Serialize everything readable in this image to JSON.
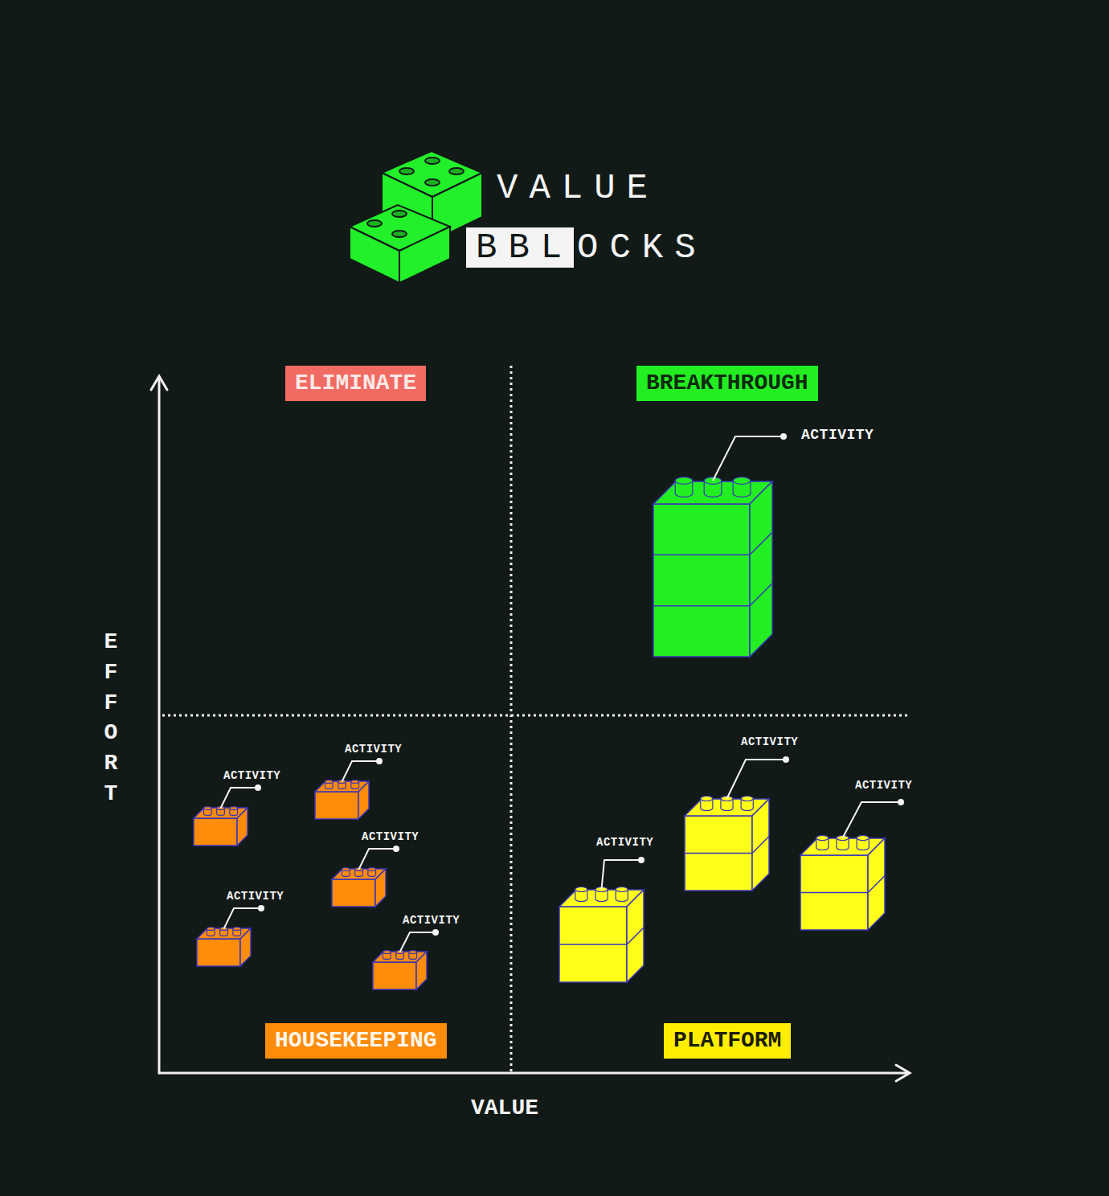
{
  "diagram": {
    "title": "VALUE",
    "nodes": [
      {
        "text": [
          "ELIMINATE"
        ]
      },
      {
        "text": [
          "BREAKTHROUGH"
        ]
      },
      {
        "text": [
          "ACTIVITY"
        ]
      },
      {
        "text": [
          "ACTIVITY"
        ]
      },
      {
        "text": [
          "ACTIVITY"
        ]
      },
      {
        "text": [
          "ACTIVITY"
        ]
      },
      {
        "text": [
          "ACTIVITY"
        ]
      },
      {
        "text": [
          "ACTIVITY"
        ]
      },
      {
        "text": [
          "ACTIVITY"
        ]
      },
      {
        "text": [
          "ACTIVITY"
        ]
      },
      {
        "text": [
          "ACTIVITY"
        ]
      },
      {
        "text": [
          "HOUSEKEEPING"
        ]
      },
      {
        "text": [
          "PLATFORM"
        ]
      }
    ],
    "labels": [
      "BBL",
      "OCKS",
      "EFFORT",
      "VALUE"
    ]
  }
}
